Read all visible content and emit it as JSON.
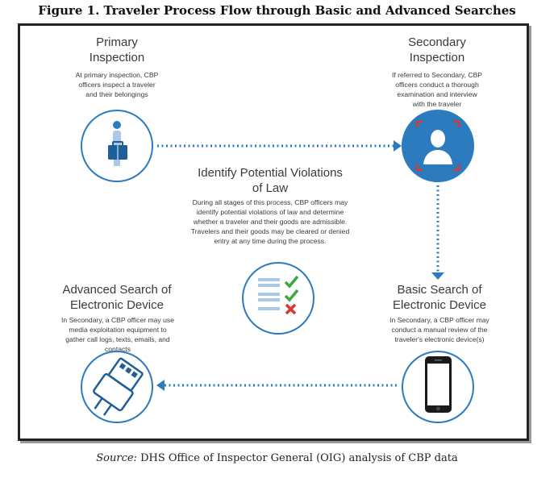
{
  "figure_title": "Figure 1. Traveler Process Flow through Basic and Advanced Searches",
  "nodes": {
    "primary": {
      "title_line1": "Primary",
      "title_line2": "Inspection",
      "desc": [
        "At primary inspection, CBP",
        "officers inspect a traveler",
        "and their belongings"
      ]
    },
    "secondary": {
      "title_line1": "Secondary",
      "title_line2": "Inspection",
      "desc": [
        "If referred to Secondary, CBP",
        "officers conduct a thorough",
        "examination and interview",
        "with the traveler"
      ]
    },
    "violations": {
      "title_line1": "Identify Potential Violations",
      "title_line2": "of Law",
      "desc": [
        "During all stages of this process, CBP officers may",
        "identify potential violations of law and determine",
        "whether a traveler and their goods are admissible.",
        "Travelers and their goods may be cleared or denied",
        "entry at any time during the process."
      ]
    },
    "basic": {
      "title_line1": "Basic Search of",
      "title_line2": "Electronic Device",
      "desc": [
        "In Secondary, a CBP officer may",
        "conduct a manual review of the",
        "traveler's electronic device(s)"
      ]
    },
    "advanced": {
      "title_line1": "Advanced Search of",
      "title_line2": "Electronic Device",
      "desc": [
        "In Secondary, a CBP officer may use",
        "media exploitation equipment to",
        "gather call logs, texts, emails, and",
        "contacts"
      ]
    }
  },
  "icons": {
    "primary": "traveler-with-suitcase-icon",
    "secondary": "face-scan-icon",
    "violations": "checklist-icon",
    "basic": "smartphone-icon",
    "advanced": "usb-device-icon"
  },
  "colors": {
    "accent": "#2c7bbf",
    "check": "#3aa843",
    "cross": "#d9382f",
    "scan_frame": "#d9382f"
  },
  "source": {
    "label": "Source:",
    "text": " DHS Office of Inspector General (OIG) analysis of CBP data"
  }
}
